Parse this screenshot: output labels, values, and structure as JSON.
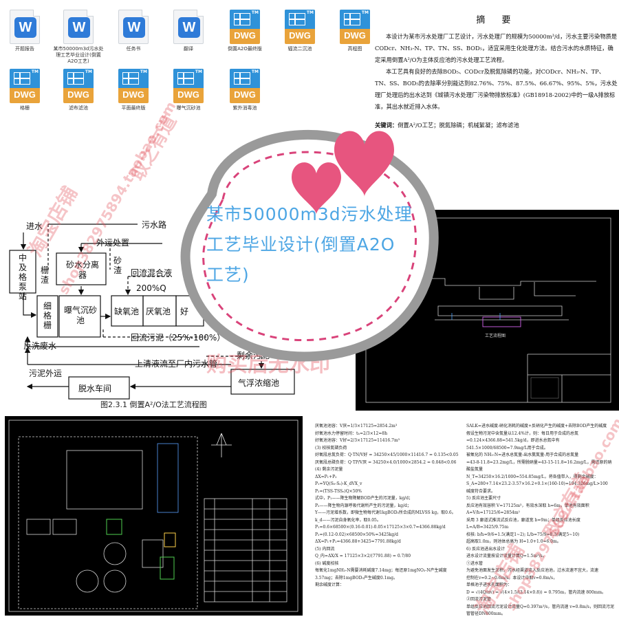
{
  "files": [
    {
      "type": "word",
      "label": "开题报告"
    },
    {
      "type": "word",
      "label": "某市50000m3d污水处理工艺毕业设计(倒置A2O工艺)"
    },
    {
      "type": "word",
      "label": "任务书"
    },
    {
      "type": "word",
      "label": "翻译"
    },
    {
      "type": "dwg",
      "label": "倒置A2O最终版"
    },
    {
      "type": "dwg",
      "label": "辐流二沉池"
    },
    {
      "type": "dwg",
      "label": "高程图"
    },
    {
      "type": "dwg",
      "label": "格栅"
    },
    {
      "type": "dwg",
      "label": "滤布滤池"
    },
    {
      "type": "dwg",
      "label": "平面最终版"
    },
    {
      "type": "dwg",
      "label": "曝气沉砂池"
    },
    {
      "type": "dwg",
      "label": "紫外消毒池"
    }
  ],
  "icon_text": {
    "word": "W",
    "dwg": "DWG",
    "tm": "TM"
  },
  "abstract": {
    "title": "摘 要",
    "paragraph1": "本设计为某市污水处理厂工艺设计，污水处理厂的规模为50000m³/d，污水主要污染物质是CODcr、NH₃-N、TP、TN、SS、BOD₅，适宜采用生化处理方法。结合污水的水质特征，确定采用倒置A²/O为主体反应池的污水处理工艺流程。",
    "paragraph2": "本工艺具有良好的去除BOD₅、CODcr及脱氮除磷的功能，对CODcr、NH₃-N、TP、TN、SS、BOD₅的去除率分别能达到82.76%、75%、87.5%、66.67%、95%、5%，污水处理厂处理后的出水达到《城镇污水处理厂污染物排放标准》(GB18918-2002)中的一级A排放标准，其出水就近排入水体。",
    "keywords_label": "关键词：",
    "keywords": "倒置A²/O工艺；脱氮除磷；机械絮凝；滤布滤池"
  },
  "flow": {
    "inlet": "进水",
    "pump_station": "中及格泵站",
    "bar_screen_residue": "栅渣",
    "external_transport": "外运处置",
    "sewage_route": "污水路",
    "sand_separator": "砂水分离器",
    "sand_residue": "砂渣",
    "return_mix": "回流混合液",
    "percent_200": "200%Q",
    "fine_screen": "细格栅",
    "aerated_grit": "曝气沉砂池",
    "anoxic": "缺氧池",
    "anaerobic": "厌氧池",
    "aerobic_partial": "好",
    "backwash": "反洗废水",
    "return_sludge": "回流污泥（25%-100%）Q",
    "excess_sludge": "剩余污泥",
    "supernatant": "上清液流至厂内污水管",
    "sludge_out": "污泥外运",
    "dewatering": "脱水车间",
    "thickener": "气浮浓缩池",
    "caption": "图2.3.1 倒置A²/O法工艺流程图"
  },
  "cad": {
    "drawing_title": "工艺流程图"
  },
  "calc_doc": {
    "left_col": [
      "厌氧池池容：V厌=1/3×17125=2854.2m³",
      "好氧池水力停留时间：tₕ=2/3×12=8h",
      "好氧池池容：V好=2/3×17125=11416.7m³",
      "(3) 校核氮磷负荷",
      "好氧段总氮负荷：Q·TN/V好 = 34250×45/1000×11416.7 = 0.135<0.05",
      "厌氧段总磷负荷：Q·TP/V厌 = 34250×4.0/1000×2854.2 = 0.048<0.06",
      "(4) 剩余污泥量",
      "ΔX=P₁+P₂",
      "P₁=YQ(S₀-Sₑ)-K_dVX_v",
      "P₂=(TSS-TSSₑ)Q×50%",
      "式中，P₁——降生物降解BOD产生的污泥量，kg/d；",
      "P₂——降生物内源呼吸代谢所产生的污泥量，kg/d；",
      "Y——污泥增系数，即微生物每代谢1kgBOD₅所合成的MLVSS kg，取0.6。",
      "k_d——污泥自身氧化率，取0.05。",
      "P₁=0.6×68500×(0.16-0.01)-0.05×17125×3×0.7=4366.88kg/d",
      "P₂=(0.12-0.02)×68500×50%=3425kg/d",
      "ΔX=P₁+P₂=4366.88+3425=7791.88kg/d",
      "(5) 内回流",
      "Q_内=ΔX/X = 17125×3×2/(7791.88) = 0.7/80",
      "(6) 碱度校核",
      "每氧化1mgNH₃-N需要消耗碱度7.14mg；每还原1mgNO₃-N产生碱度3.57mg；去除1mgBOD₅产生碱度0.1mg。",
      "剩余碱度计算："
    ],
    "right_col": [
      "SALK=进水碱度-硝化消耗的碱度+反硝化产生的碱度+去除BOD产生的碱度",
      "假设生物污泥中含氮量以12.4%计，则：每日用于合成的总氮",
      "=0.124×4366.88=541.5kg/d，即进水总氮中有 541.5×1000/68500=7.9mg/L用于合成。",
      "被氧化的 NH₃-N=进水总氮量-出水氨氮量-用于合成的总氮量",
      "=43-8-11.8=23.2mg/L，所需脱硝量=43-15-11.8=16.2mg/L，需还原的硝酸盐氮量",
      "N_T=34250×16.2/1000=554.85mg/L，将各值带入，得剩余碱度：",
      "S_A=280+7.14×23.2-3.57×16.2+0.1×(160-10)=194.326mg/L>100",
      "碱度符合要求。",
      "5) 反应池主要尺寸",
      "反应池有效容积 V=17125m³，有效水深取 h=6m，单池有效面积",
      "A=V/h=17125/6=2854m²",
      "采用 3 廊道式推流式反应池，廊道宽 b=9m；单组反应池长度",
      "L=A/B=3425/9.75m",
      "校核: b/h=9/6=1.5(满足1~2); L/b=75/9=8.3(满足5~10)",
      "超高取1.0m，则池体总高为 H=1.0+1.0=6.0m。",
      "6) 反应池进出水设计",
      "进水设计流量按设计流量计算Q=1.5m³/s。",
      "①进水管",
      "为避免池面发生淤积，污水经渠道流入反应池池，过水流速不宜大，流速",
      "控制在v=0.2~0.6m/s。本设计中取v=0.8m/s，",
      "单格池子进水孔面积为：",
      "D = √(4Q/πv) = √(4×1.5/(3.14×0.8)) = 0.795m，管内流速 800mm。",
      "②回流污泥管",
      "单组反应池回流污泥设计流量Q=0.397m³/s，管内流速 v=0.8m/s，则回流污泥",
      "管管径DN800mm。"
    ]
  },
  "watermarks": {
    "shop_cn": "淘宝店铺",
    "take_way": "取之有道",
    "shop_id": "shop382975894.taobao.com",
    "no_watermark": "购买后无水印"
  },
  "badge": {
    "title": "某市50000m3d污水处理工艺毕业设计(倒置A2O工艺)"
  },
  "colors": {
    "accent_blue": "#4da6e4",
    "badge_border": "#d9437a",
    "heart_pink": "#e7557f",
    "ring_gray": "#9a9a9a",
    "watermark_red": "#e14650"
  }
}
